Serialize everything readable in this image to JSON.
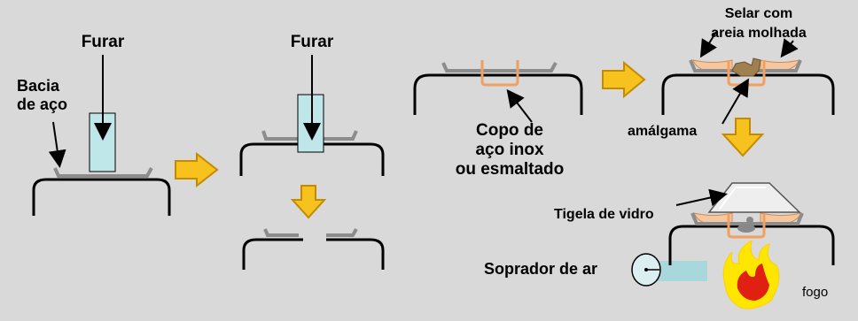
{
  "labels": {
    "furar_1": "Furar",
    "furar_2": "Furar",
    "bacia_line1": "Bacia",
    "bacia_line2": "de aço",
    "copo_line1": "Copo de",
    "copo_line2": "aço inox",
    "copo_line3": "ou esmaltado",
    "selar_line1": "Selar com",
    "selar_line2": "areia molhada",
    "amalgama": "amálgama",
    "tigela": "Tigela de vidro",
    "soprador": "Soprador de ar",
    "fogo": "fogo"
  },
  "colors": {
    "background": "#d9d9d9",
    "outline": "#000000",
    "steel_bowl": "#8c8c8c",
    "drill": "#bfe6e8",
    "cup": "#f0a060",
    "sand": "#f5c7a0",
    "amalgam": "#a08050",
    "arrow_fill": "#f7c21e",
    "arrow_stroke": "#c48a00",
    "glass": "#eeeeee",
    "air_stream": "#a8d8dc",
    "flame_outer": "#ffe600",
    "flame_inner": "#e02010",
    "mercury": "#888888"
  },
  "icons": [
    "arrow-right-icon",
    "arrow-down-icon",
    "blower-icon",
    "fire-icon"
  ]
}
